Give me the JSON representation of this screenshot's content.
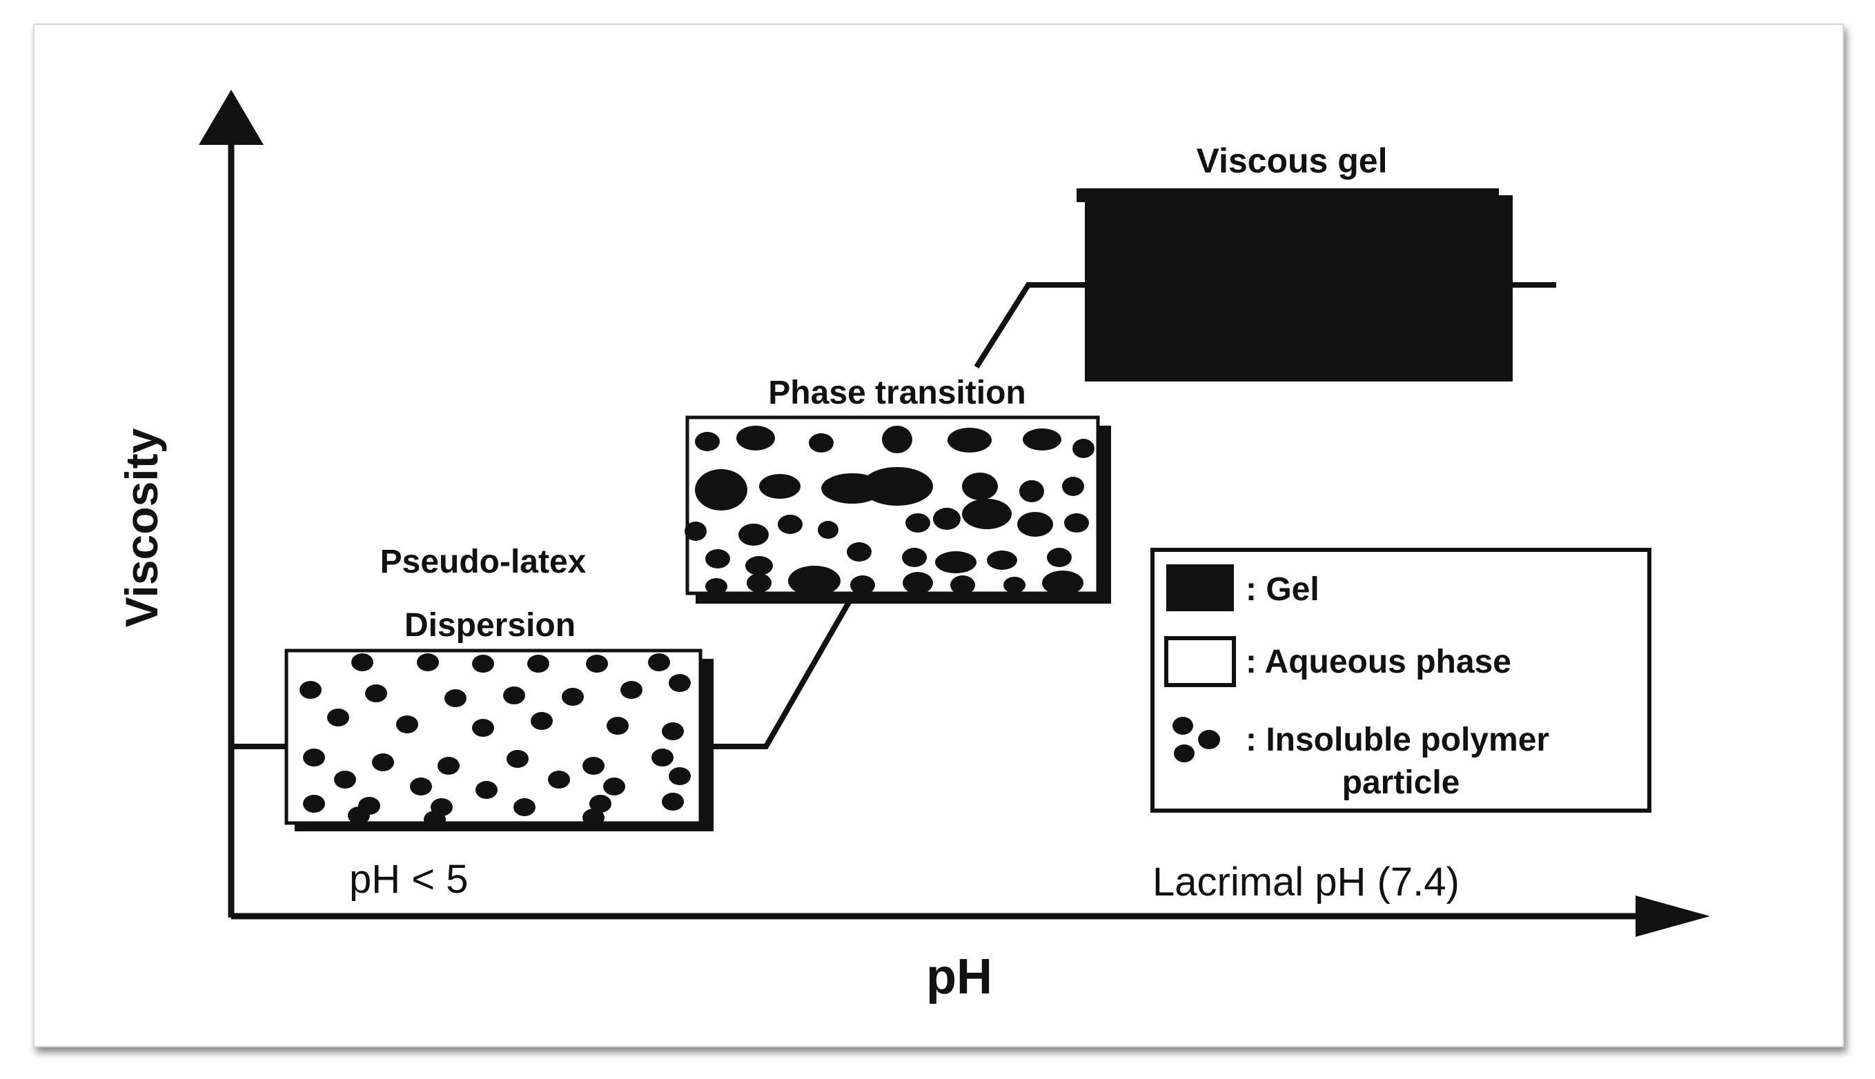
{
  "axes": {
    "y_label": "Viscosity",
    "x_label": "pH",
    "x_low_label": "pH < 5",
    "x_high_label": "Lacrimal pH (7.4)"
  },
  "stages": [
    {
      "id": "dispersion",
      "label_line1": "Pseudo-latex",
      "label_line2": "Dispersion",
      "fill": "dispersed-particles"
    },
    {
      "id": "transition",
      "label_line1": "Phase transition",
      "fill": "aggregating-particles"
    },
    {
      "id": "gel",
      "label_line1": "Viscous gel",
      "fill": "solid-gel"
    }
  ],
  "legend": {
    "items": [
      {
        "symbol": "black-filled-square",
        "text": ": Gel"
      },
      {
        "symbol": "white-square",
        "text": ": Aqueous phase"
      },
      {
        "symbol": "black-dots",
        "text_line1": ": Insoluble polymer",
        "text_line2": "particle"
      }
    ]
  },
  "colors": {
    "ink": "#111111",
    "background": "#ffffff",
    "frame_border": "#d6d6d6"
  }
}
